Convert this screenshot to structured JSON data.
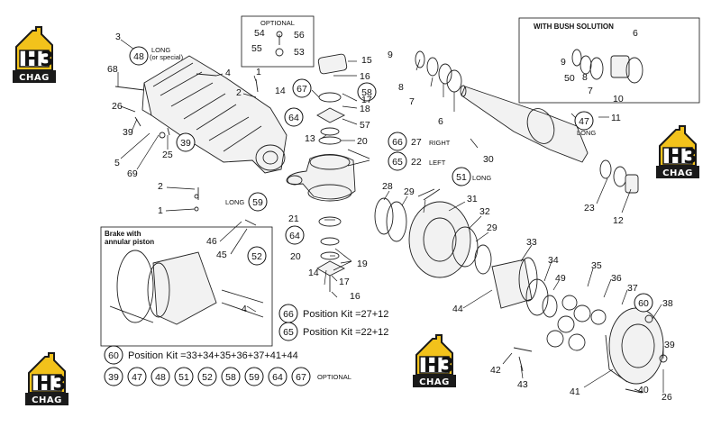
{
  "logos": [
    {
      "id": "logo-top-left",
      "top": "H3",
      "bottom": "CHAG"
    },
    {
      "id": "logo-right",
      "top": "H3",
      "bottom": "CHAG"
    },
    {
      "id": "logo-bottom-center",
      "top": "H3",
      "bottom": "CHAG"
    },
    {
      "id": "logo-bottom-left",
      "top": "H3",
      "bottom": "CHAG"
    }
  ],
  "boxes": {
    "optional_title": "OPTIONAL",
    "bush_title": "WITH BUSH SOLUTION",
    "brake_title_1": "Brake with",
    "brake_title_2": "annular piston"
  },
  "annotations": {
    "long_special_1": "LONG",
    "long_special_2": "(or special)",
    "long_59": "LONG",
    "long_51": "LONG",
    "long_47": "LONG",
    "right": "RIGHT",
    "left": "LEFT",
    "optional_row": "OPTIONAL"
  },
  "kits": {
    "kit66": "Position Kit =27+12",
    "kit65": "Position Kit =22+12",
    "kit60": "Position Kit =33+34+35+36+37+41+44"
  },
  "kit_numbers": {
    "kit66": "66",
    "kit65": "65",
    "kit60": "60"
  },
  "optional_circled": [
    "39",
    "47",
    "48",
    "51",
    "52",
    "58",
    "59",
    "64",
    "67"
  ],
  "circled": {
    "c48": "48",
    "c39": "39",
    "c67": "67",
    "c58": "58",
    "c64a": "64",
    "c66": "66",
    "c65": "65",
    "c51": "51",
    "c59": "59",
    "c52": "52",
    "c64b": "64",
    "c47": "47",
    "c60": "60"
  },
  "labels": {
    "l3": "3",
    "l68": "68",
    "l4": "4",
    "l2a": "2",
    "l1a": "1",
    "l26a": "26",
    "l39": "39",
    "l5": "5",
    "l69": "69",
    "l25": "25",
    "l2b": "2",
    "l1b": "1",
    "l54": "54",
    "l56": "56",
    "l55": "55",
    "l53": "53",
    "l15": "15",
    "l14a": "14",
    "l16a": "16",
    "l17a": "17",
    "l18": "18",
    "l57": "57",
    "l13": "13",
    "l20a": "20",
    "l27": "27",
    "l22": "22",
    "l9a": "9",
    "l8a": "8",
    "l7a": "7",
    "l6a": "6",
    "l9b": "9",
    "l50": "50",
    "l8b": "8",
    "l7b": "7",
    "l6b": "6",
    "l10": "10",
    "l11": "11",
    "l30": "30",
    "l28": "28",
    "l29a": "29",
    "l31": "31",
    "l32": "32",
    "l29b": "29",
    "l23": "23",
    "l12": "12",
    "l21": "21",
    "l20b": "20",
    "l19": "19",
    "l14b": "14",
    "l17b": "17",
    "l16b": "16",
    "l46": "46",
    "l45": "45",
    "l4b": "4",
    "l33": "33",
    "l34": "34",
    "l49": "49",
    "l44": "44",
    "l35": "35",
    "l36": "36",
    "l37": "37",
    "l38": "38",
    "l39b": "39",
    "l26b": "26",
    "l40": "40",
    "l41": "41",
    "l42": "42",
    "l43": "43"
  },
  "colors": {
    "logo_yellow": "#f2c21b",
    "logo_dark": "#1a1a1a",
    "line": "#111111"
  }
}
